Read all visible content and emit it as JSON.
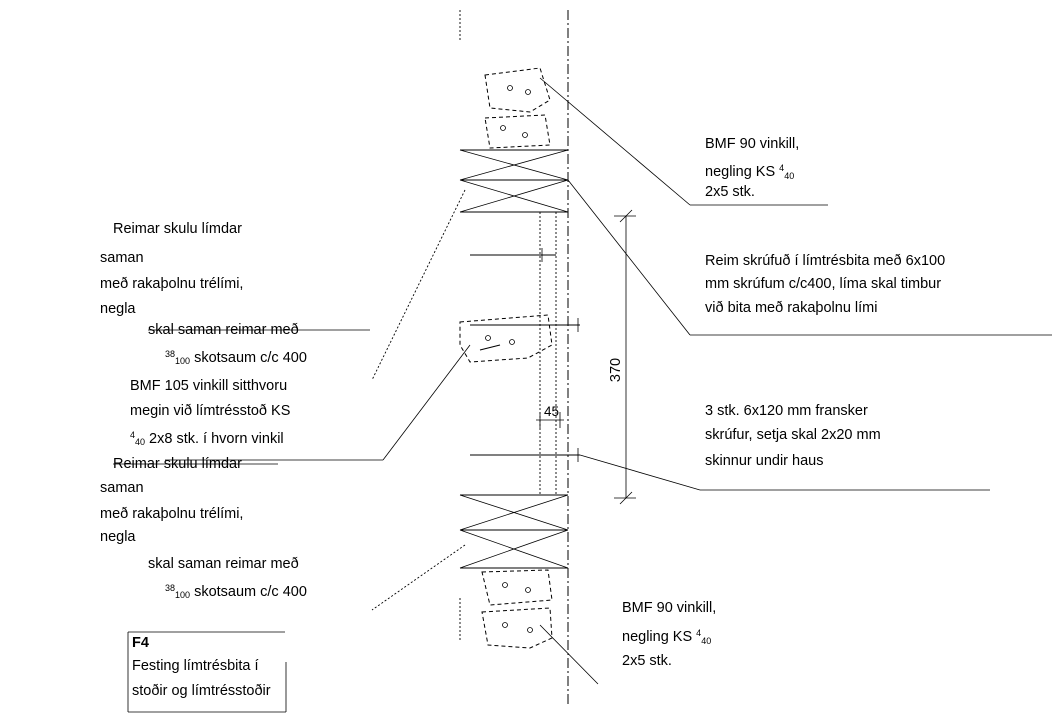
{
  "labels": {
    "bmf90_top": {
      "l1": "BMF 90 vinkill,",
      "l2": "negling KS ",
      "l2_frac_num": "4",
      "l2_frac_den": "40",
      "l3": "2x5 stk."
    },
    "reim": {
      "l1": "Reim skrúfuð í límtrésbita með 6x100",
      "l2": "mm skrúfum c/c400, líma skal timbur",
      "l3": "við bita með rakaþolnu lími"
    },
    "skrufur": {
      "l1": "3 stk. 6x120 mm fransker",
      "l2": "skrúfur, setja skal 2x20 mm",
      "l3": "skinnur undir haus"
    },
    "bmf90_bottom": {
      "l1": "BMF 90 vinkill,",
      "l2": "negling KS ",
      "l2_frac_num": "4",
      "l2_frac_den": "40",
      "l3": "2x5 stk."
    },
    "reimar_top": {
      "l1": "Reimar skulu límdar",
      "l2": "saman",
      "l3": "með rakaþolnu trélími,",
      "l4": "negla",
      "l5": "skal saman reimar með",
      "l6_num": "38",
      "l6_den": "100",
      "l6": " skotsaum  c/c 400"
    },
    "bmf105": {
      "l1": "BMF 105 vinkill sitthvoru",
      "l2": "megin við límtrésstoð KS",
      "l3_num": "4",
      "l3_den": "40",
      "l3": " 2x8 stk. í hvorn vinkil"
    },
    "reimar_bottom": {
      "l1": "Reimar skulu límdar",
      "l2": "saman",
      "l3": "með rakaþolnu trélími,",
      "l4": "negla",
      "l5": "skal saman reimar með",
      "l6_num": "38",
      "l6_den": "100",
      "l6": " skotsaum  c/c 400"
    },
    "f4": {
      "l1": "F4",
      "l2": "Festing límtrésbita í",
      "l3": "stoðir og límtrésstoðir"
    },
    "dim_370": "370",
    "dim_45": "45"
  }
}
